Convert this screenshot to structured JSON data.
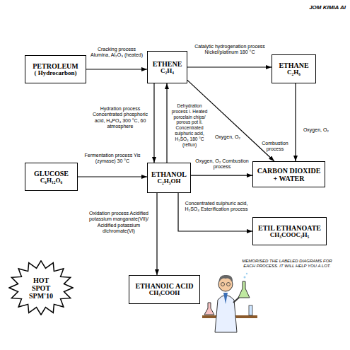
{
  "diagram": {
    "nodes": [
      {
        "text": [
          "PETROLEUM",
          "( Hydrocarbon)"
        ]
      },
      {
        "text": [
          "ETHENE",
          "C₂H₄"
        ]
      },
      {
        "text": [
          "ETHANE",
          "C₂H₆"
        ]
      },
      {
        "text": [
          "GLUCOSE",
          "C₆H₁₂O₆"
        ]
      },
      {
        "text": [
          "ETHANOL",
          "C₂H₅OH"
        ]
      },
      {
        "text": [
          "CARBON DIOXIDE + WATER"
        ]
      },
      {
        "text": [
          "ETIL ETHANOATE",
          "CH₃COOC₂H₅"
        ]
      },
      {
        "text": [
          "HOT SPOT SPM'10"
        ]
      },
      {
        "text": [
          "ETHANOIC ACID",
          "CH₃COOH"
        ]
      }
    ],
    "edges": [
      {
        "from": 0,
        "to": 1,
        "arrow": "to",
        "label": "Cracking process Alumina, Al₂O₃ (heated)"
      },
      {
        "from": 1,
        "to": 2,
        "arrow": "to",
        "label": "Catalytic hydrogenation process Nickel/platinum 180 °C"
      },
      {
        "from": 1,
        "to": 4,
        "arrow": "to",
        "label": "Hydration process Concentrated phosphoric acid, H₃PO₄ 300 °C, 60 atmosphere"
      },
      {
        "from": 4,
        "to": 1,
        "arrow": "to",
        "label": "Dehydration process i. Heated porcelain chips/ porous pot ii. Concentrated sulphuric acid, H₂SO₄ 180 °C (reflux)"
      },
      {
        "from": 3,
        "to": 4,
        "arrow": "to",
        "label": "Fermentation process Yis (zymase) 30 °C"
      },
      {
        "from": 4,
        "to": 5,
        "arrow": "to",
        "label": "Oxygen, O₂ Combustion process"
      },
      {
        "from": 1,
        "to": 5,
        "arrow": "to",
        "label": "Oxygen, O₂"
      },
      {
        "from": 2,
        "to": 5,
        "arrow": "to",
        "label": "Oxygen, O₂"
      },
      {
        "from": 4,
        "to": 6,
        "arrow": "to",
        "label": "Concentrated sulphuric acid, H₂SO₄ Esterification process"
      },
      {
        "from": 4,
        "to": 8,
        "arrow": "to",
        "label": "Oxidation process Acidified potassium manganate(VII)/ Acidified potassium dichromate(VI)"
      }
    ],
    "labels": [
      "JOM KIMIA AI",
      "Combustion process",
      "MEMORISED THE LABELED DIAGRAMS FOR EACH PROCESS. IT WILL HELP YOU A LOT."
    ]
  }
}
